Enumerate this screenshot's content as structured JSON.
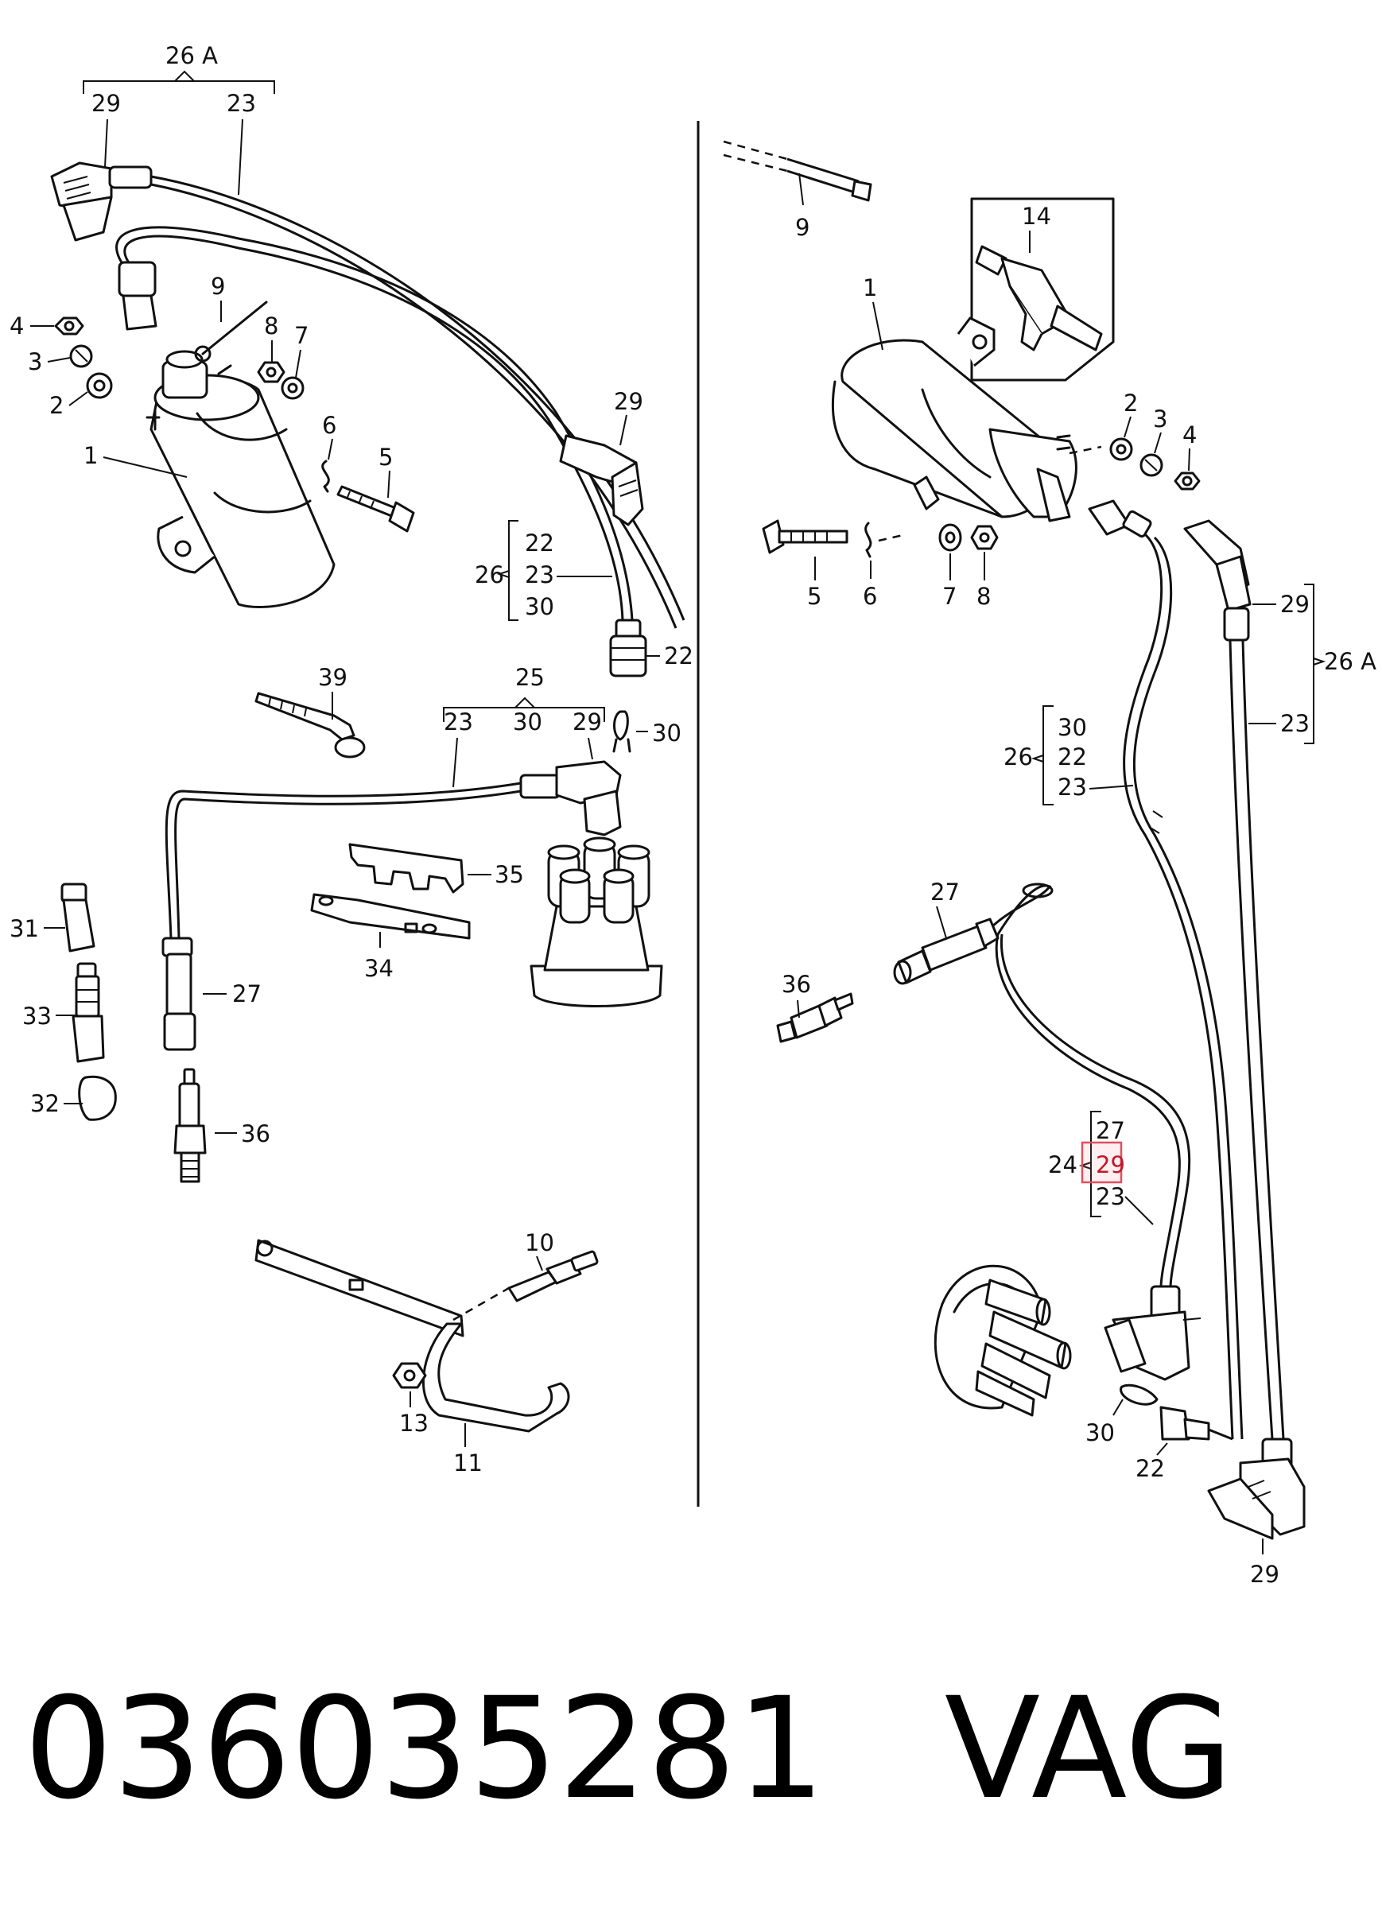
{
  "part_number": "036035281",
  "brand": "VAG",
  "left_panel": {
    "g26a": "26 A",
    "g26a_29": "29",
    "g26a_23": "23",
    "c9": "9",
    "c4": "4",
    "c3": "3",
    "c2": "2",
    "c1": "1",
    "c8": "8",
    "c7": "7",
    "c6": "6",
    "c5": "5",
    "c29": "29",
    "g26": "26",
    "g26_22": "22",
    "g26_23": "23",
    "g26_30": "30",
    "c22": "22",
    "c39": "39",
    "g25": "25",
    "g25_23": "23",
    "g25_30": "30",
    "g25_29": "29",
    "c30": "30",
    "c35": "35",
    "c34": "34",
    "c31": "31",
    "c27": "27",
    "c33": "33",
    "c32": "32",
    "c36": "36",
    "c10": "10",
    "c13": "13",
    "c11": "11"
  },
  "right_panel": {
    "c9": "9",
    "c14": "14",
    "c1": "1",
    "c2": "2",
    "c3": "3",
    "c4": "4",
    "c5": "5",
    "c6": "6",
    "c7": "7",
    "c8": "8",
    "g26a_29": "29",
    "g26a": "26 A",
    "g26a_23": "23",
    "g26": "26",
    "g26_30": "30",
    "g26_22": "22",
    "g26_23": "23",
    "c27": "27",
    "c36": "36",
    "g24": "24",
    "g24_27": "27",
    "g24_29": "29",
    "g24_23": "23",
    "c30": "30",
    "c22": "22",
    "c29_bottom": "29"
  },
  "highlight": {
    "label": "29",
    "color": "#e0505f"
  }
}
